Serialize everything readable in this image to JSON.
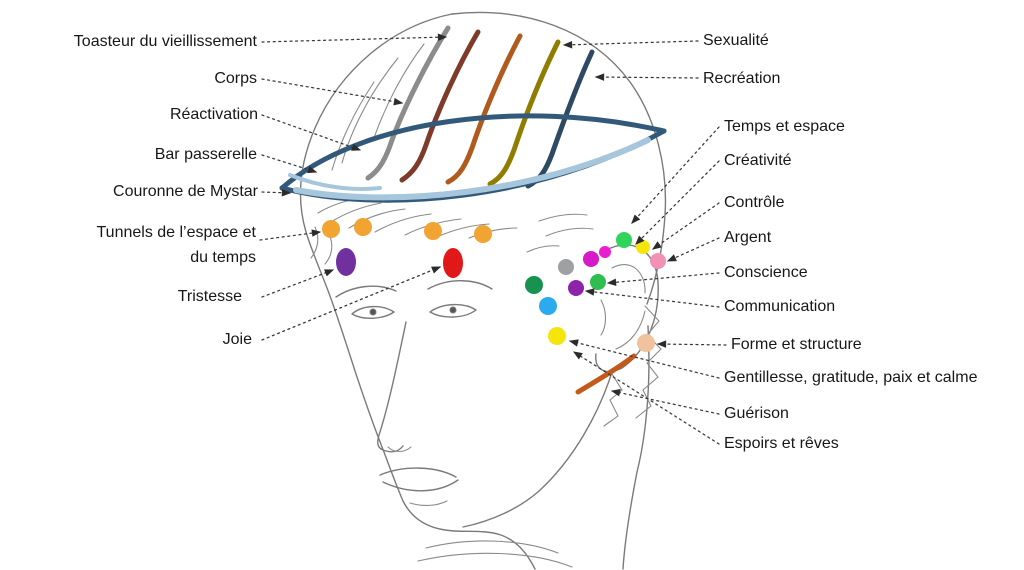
{
  "labels": {
    "left": [
      {
        "text": "Toasteur du vieillissement"
      },
      {
        "text": "Corps"
      },
      {
        "text": "Réactivation"
      },
      {
        "text": "Bar passerelle"
      },
      {
        "text": "Couronne de Mystar"
      },
      {
        "text": "Tunnels de l’espace et du temps"
      },
      {
        "text": "Tristesse"
      },
      {
        "text": "Joie"
      }
    ],
    "right": [
      {
        "text": "Sexualité"
      },
      {
        "text": "Recréation"
      },
      {
        "text": "Temps et espace"
      },
      {
        "text": "Créativité"
      },
      {
        "text": "Contrôle"
      },
      {
        "text": "Argent"
      },
      {
        "text": "Conscience"
      },
      {
        "text": "Communication"
      },
      {
        "text": "Forme et structure"
      },
      {
        "text": "Gentillesse, gratitude, paix et calme"
      },
      {
        "text": "Guérison"
      },
      {
        "text": "Espoirs et rêves"
      }
    ]
  },
  "points": [
    {
      "name": "forehead-dot-1",
      "color": "#F1A431"
    },
    {
      "name": "forehead-dot-2",
      "color": "#F1A431"
    },
    {
      "name": "forehead-dot-3",
      "color": "#F1A431"
    },
    {
      "name": "forehead-dot-4",
      "color": "#F1A431"
    },
    {
      "name": "tristesse-dot",
      "color": "#7030A0"
    },
    {
      "name": "joie-dot",
      "color": "#E11818"
    },
    {
      "name": "gray-dot",
      "color": "#9EA0A2"
    },
    {
      "name": "magenta-dot",
      "color": "#D619C9"
    },
    {
      "name": "small-magenta-dot",
      "color": "#E81ED0"
    },
    {
      "name": "upper-green-dot",
      "color": "#2FD45B"
    },
    {
      "name": "upper-yellow-dot",
      "color": "#F4E60C"
    },
    {
      "name": "pink-dot",
      "color": "#F291B5"
    },
    {
      "name": "dark-green-dot",
      "color": "#17934F"
    },
    {
      "name": "purple-dot",
      "color": "#8E24AA"
    },
    {
      "name": "green-dot",
      "color": "#2EBD4E"
    },
    {
      "name": "blue-dot",
      "color": "#2BAAEE"
    },
    {
      "name": "yellow-dot",
      "color": "#F4E60C"
    },
    {
      "name": "peach-dot",
      "color": "#F0C39E"
    }
  ],
  "arcs": [
    {
      "name": "gray-arc",
      "color": "#8C8C8C"
    },
    {
      "name": "maroon-arc",
      "color": "#7E3B2A"
    },
    {
      "name": "brown-arc",
      "color": "#B05A1E"
    },
    {
      "name": "olive-arc",
      "color": "#8F7D00"
    },
    {
      "name": "navy-arc",
      "color": "#2E4A63"
    }
  ],
  "band": {
    "outer_color": "#33597A",
    "inner_color": "#A6C6DC"
  },
  "healing": {
    "color": "#C4591B"
  },
  "sketch": {
    "line_color": "#7A7A7A"
  }
}
